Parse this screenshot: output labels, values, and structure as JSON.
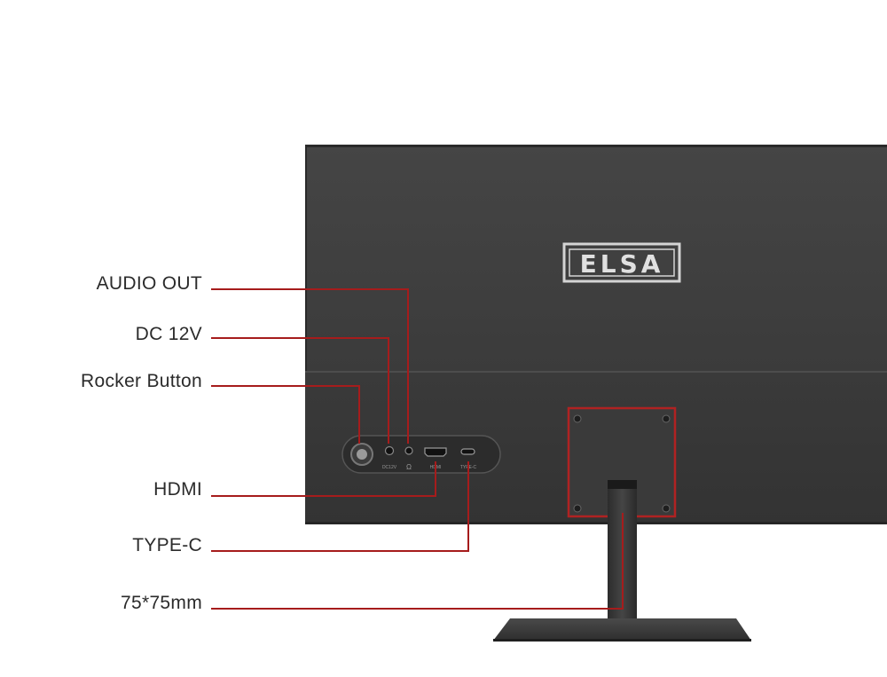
{
  "brand": {
    "logo_text": "ELSA"
  },
  "ports": {
    "dc_label": "DC12V",
    "hdmi_label": "HDMI",
    "typec_label": "TYPE-C"
  },
  "callouts": {
    "audio_out": "AUDIO OUT",
    "dc_12v": "DC 12V",
    "rocker_button": "Rocker Button",
    "hdmi": "HDMI",
    "type_c": "TYPE-C",
    "vesa": "75*75mm"
  },
  "colors": {
    "callout_line": "#a61c1c",
    "monitor_body": "#3d3d3d",
    "label_text": "#2b2b2b"
  }
}
